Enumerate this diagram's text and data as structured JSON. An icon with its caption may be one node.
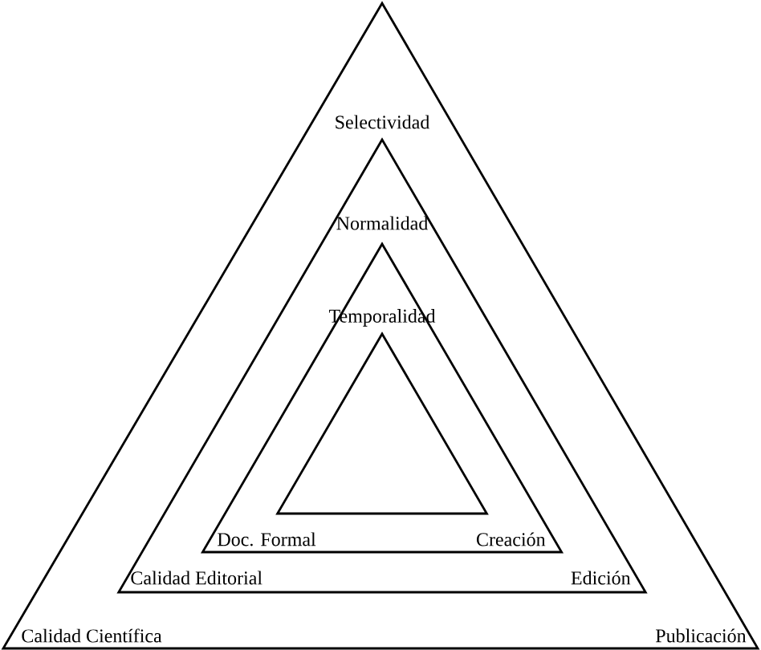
{
  "diagram": {
    "nodes": [
      {
        "text": [
          "Selectividad",
          "Calidad Científica",
          "Publicación"
        ]
      },
      {
        "text": [
          "Normalidad",
          "Calidad Editorial",
          "Edición"
        ],
        "in": 0
      },
      {
        "text": [
          "Temporalidad",
          "Doc. Formal",
          "Creación"
        ],
        "in": 1
      },
      {
        "text": [],
        "shape": "triangle",
        "in": 2
      }
    ]
  }
}
